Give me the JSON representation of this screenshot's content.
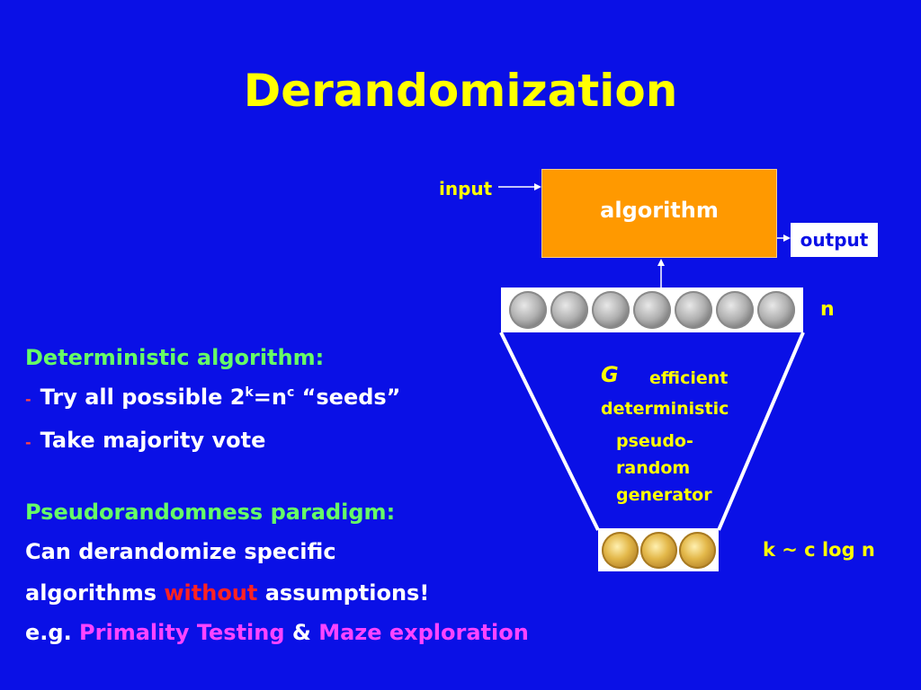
{
  "title": "Derandomization",
  "diagram": {
    "input_label": "input",
    "algorithm_label": "algorithm",
    "output_label": "output",
    "n_label": "n",
    "g_letter": "G",
    "g_line1": "efficient",
    "g_line2": "deterministic",
    "g_line3": "pseudo-",
    "g_line4": "random",
    "g_line5": "generator",
    "k_label": "k ~ c log n",
    "random_coin_count": 7,
    "seed_coin_count": 3
  },
  "deterministic": {
    "heading": "Deterministic algorithm:",
    "bullet_mark": "-",
    "item1_pre": "Try all possible 2",
    "item1_sup1": "k",
    "item1_mid": "=n",
    "item1_sup2": "c",
    "item1_post": " “seeds”",
    "item2": "Take majority vote"
  },
  "paradigm": {
    "heading": "Pseudorandomness paradigm:",
    "line1": "Can derandomize specific",
    "line2_pre": "algorithms ",
    "line2_highlight": "without",
    "line2_post": " assumptions!",
    "line3_pre": "e.g. ",
    "example1": "Primality Testing",
    "amp": " & ",
    "example2": "Maze exploration"
  },
  "colors": {
    "background": "#0a10e6",
    "title": "#ffff00",
    "heading": "#66ff66",
    "algorithm_box": "#ff9900",
    "highlight_red": "#ff2222",
    "highlight_magenta": "#ff44ff"
  }
}
